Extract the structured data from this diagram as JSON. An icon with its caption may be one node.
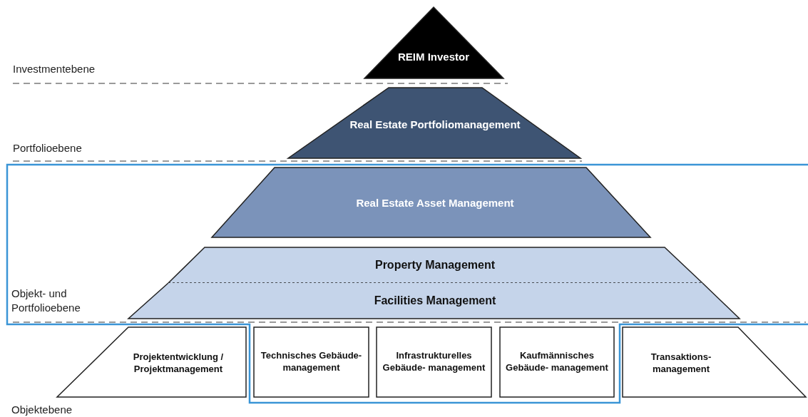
{
  "diagram": {
    "nodes": [
      {
        "text": [
          "REIM Investor"
        ]
      },
      {
        "text": [
          "Real Estate Portfoliomanagement"
        ]
      },
      {
        "text": [
          "Real Estate Asset Management"
        ]
      },
      {
        "text": [
          "Property Management"
        ]
      },
      {
        "text": [
          "Facilities Management"
        ]
      },
      {
        "text": [
          "Projektentwicklung / Projektmanagement"
        ]
      },
      {
        "text": [
          "Technisches Gebäude- management"
        ]
      },
      {
        "text": [
          "Infrastrukturelles Gebäude- management"
        ]
      },
      {
        "text": [
          "Kaufmännisches Gebäude- management"
        ]
      },
      {
        "text": [
          "Transaktions- management"
        ]
      }
    ],
    "labels": [
      "Investmentebene",
      "Portfolioebene",
      "Objekt- und Portfolioebene",
      "Objektebene"
    ]
  }
}
